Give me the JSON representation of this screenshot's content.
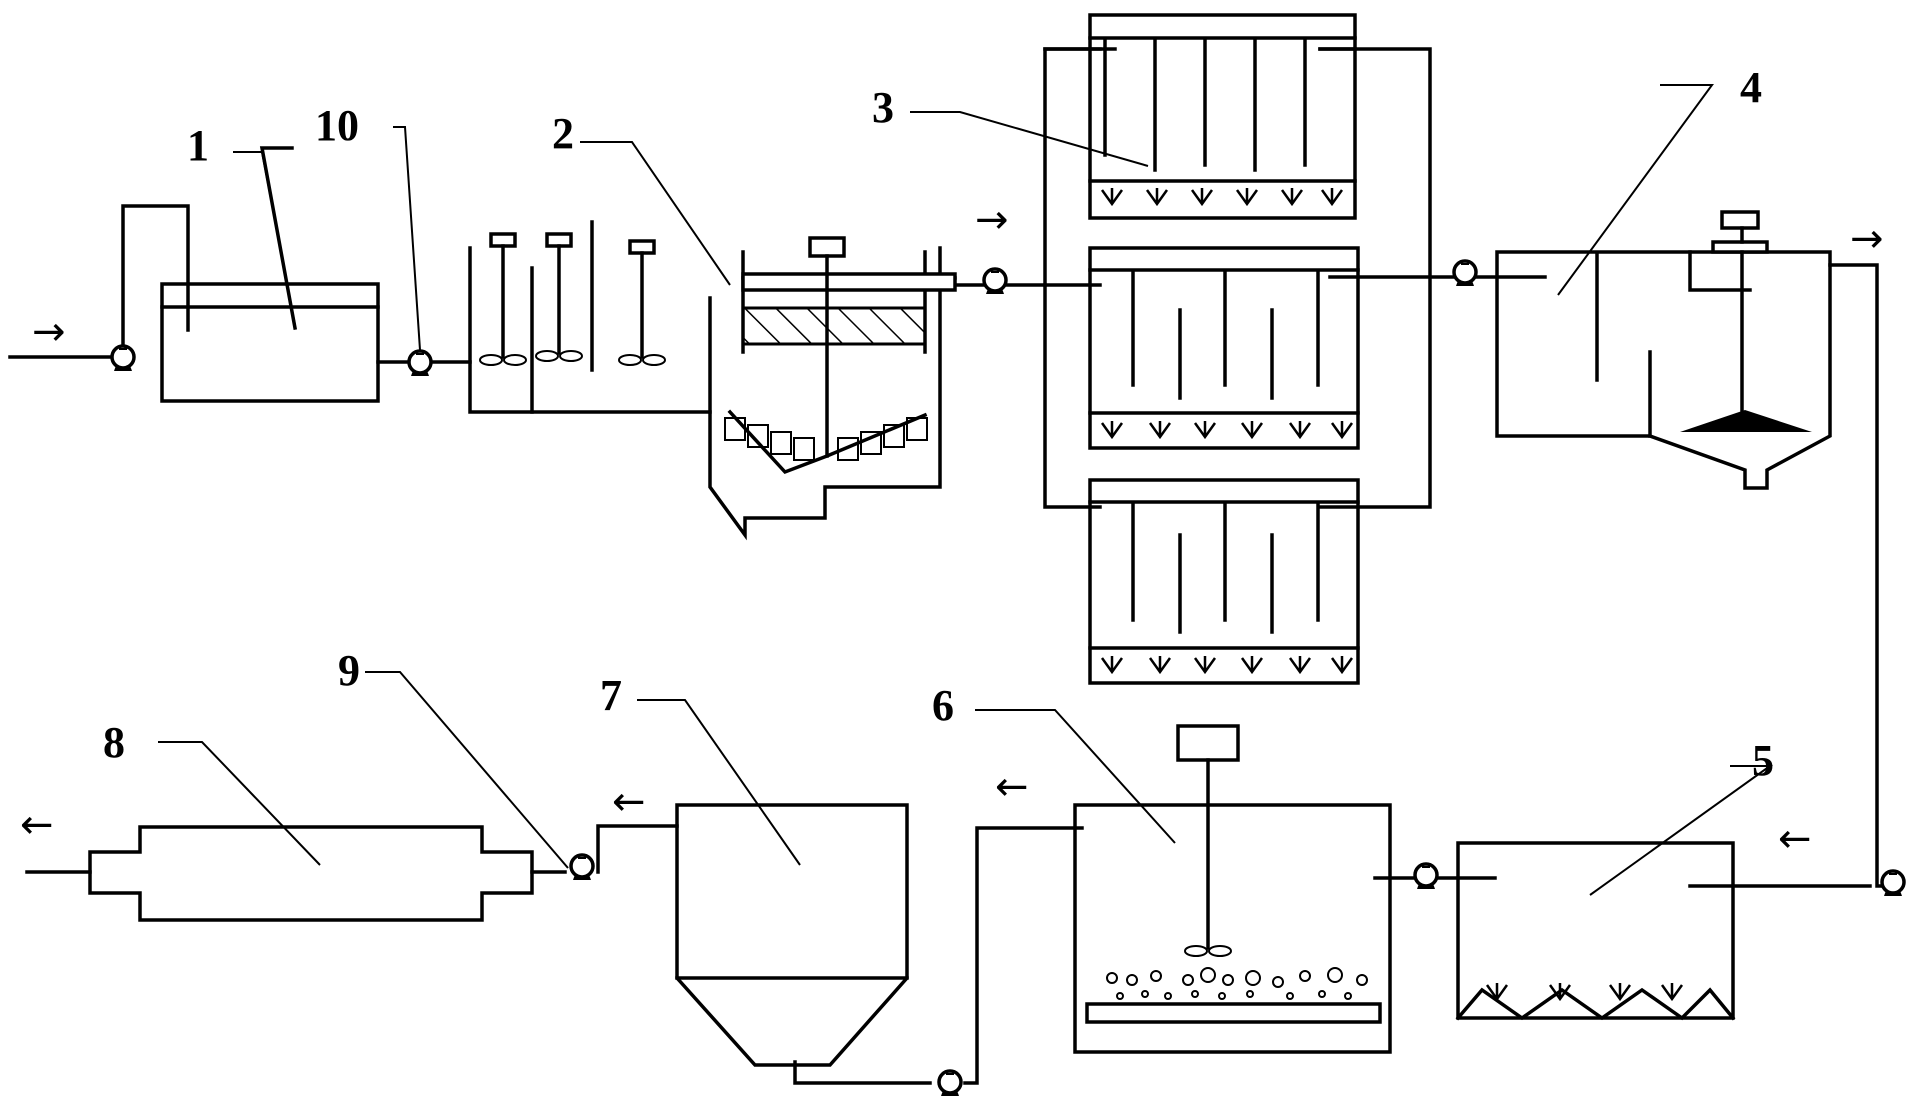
{
  "labels": [
    "1",
    "2",
    "3",
    "4",
    "5",
    "6",
    "7",
    "8",
    "9",
    "10"
  ],
  "flow_arrows": {
    "right": "→",
    "left": "←"
  }
}
